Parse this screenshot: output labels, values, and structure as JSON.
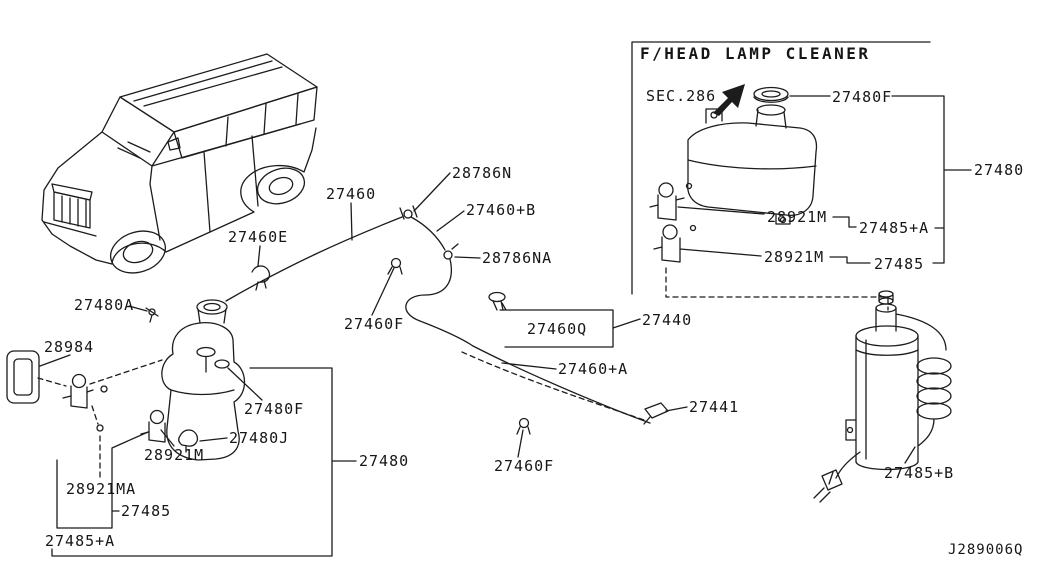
{
  "header": {
    "section_title": "F/HEAD LAMP CLEANER",
    "section_ref": "SEC.286"
  },
  "footer": {
    "drawing_code": "J289006Q"
  },
  "colors": {
    "ink": "#1c1c1c",
    "background": "#ffffff"
  },
  "icons": {
    "sec_arrow": "arrow-up-right-solid"
  },
  "labels": [
    {
      "text": "28786N"
    },
    {
      "text": "27460"
    },
    {
      "text": "27460+B"
    },
    {
      "text": "27460E"
    },
    {
      "text": "28786NA"
    },
    {
      "text": "27480A"
    },
    {
      "text": "27460F"
    },
    {
      "text": "27460Q"
    },
    {
      "text": "27440"
    },
    {
      "text": "28984"
    },
    {
      "text": "27460+A"
    },
    {
      "text": "27480F"
    },
    {
      "text": "27441"
    },
    {
      "text": "27480J"
    },
    {
      "text": "28921M"
    },
    {
      "text": "27480"
    },
    {
      "text": "27460F"
    },
    {
      "text": "28921MA"
    },
    {
      "text": "27485"
    },
    {
      "text": "27485+A"
    },
    {
      "text": "27480F"
    },
    {
      "text": "27480"
    },
    {
      "text": "28921M"
    },
    {
      "text": "27485+A"
    },
    {
      "text": "28921M"
    },
    {
      "text": "27485"
    },
    {
      "text": "27485+B"
    }
  ]
}
